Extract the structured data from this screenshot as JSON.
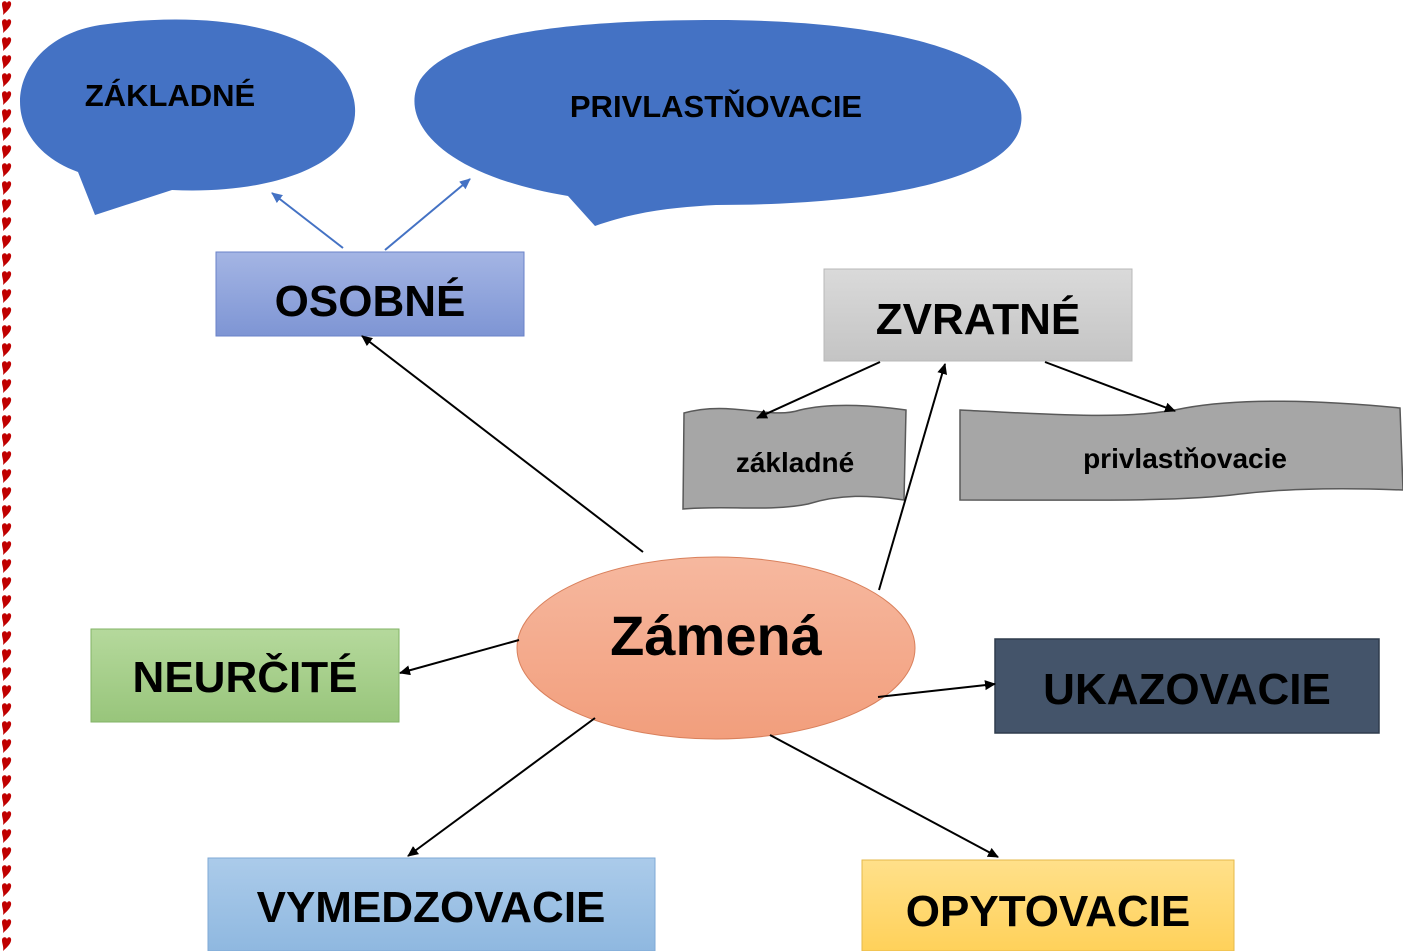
{
  "center": {
    "label": "Zámená",
    "fill": "#F4A98A"
  },
  "speech_bubbles": [
    {
      "id": "zakladne-bubble",
      "label": "ZÁKLADNÉ",
      "fill": "#4472C4"
    },
    {
      "id": "privlastnovacie-bubble",
      "label": "PRIVLASTŇOVACIE",
      "fill": "#4472C4"
    }
  ],
  "boxes": {
    "osobne": {
      "label": "OSOBNÉ",
      "fill": "#8EA4DC",
      "text_color": "#000000"
    },
    "zvratne": {
      "label": "ZVRATNÉ",
      "fill": "#D0D0D0",
      "text_color": "#000000"
    },
    "neurcite": {
      "label": "NEURČITÉ",
      "fill": "#A9D18E",
      "text_color": "#000000"
    },
    "ukazovacie": {
      "label": "UKAZOVACIE",
      "fill": "#44546A",
      "text_color": "#000000"
    },
    "vymedzovacie": {
      "label": "VYMEDZOVACIE",
      "fill": "#9DC3E6",
      "text_color": "#000000"
    },
    "opytovacie": {
      "label": "OPYTOVACIE",
      "fill": "#FFD966",
      "text_color": "#000000"
    }
  },
  "scrolls": [
    {
      "id": "zvratne-zakladne",
      "label": "základné",
      "fill": "#A6A6A6"
    },
    {
      "id": "zvratne-privlastnovacie",
      "label": "privlastňovacie",
      "fill": "#A6A6A6"
    }
  ],
  "border_decoration": {
    "name": "heart-border",
    "color": "#C00000"
  }
}
